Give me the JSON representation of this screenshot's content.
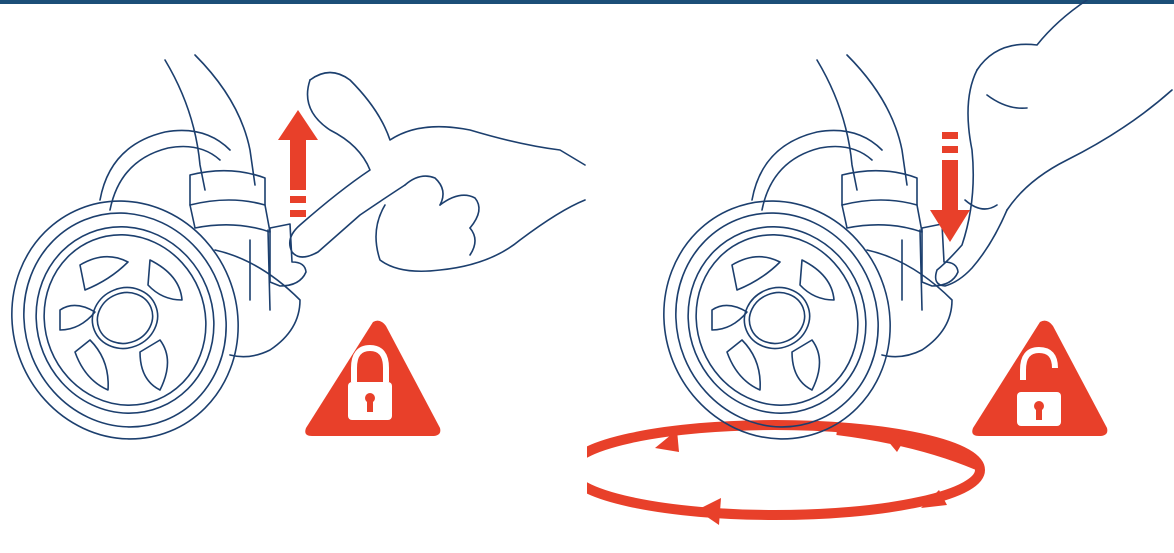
{
  "colors": {
    "line": "#1c3f6e",
    "accent": "#e8402a",
    "pedal": "#f2c4b8",
    "top_bar": "#1c4f78",
    "background": "#ffffff"
  },
  "panels": [
    {
      "id": "lock",
      "arrow_direction": "up",
      "warning_icon": "padlock-locked-icon"
    },
    {
      "id": "unlock",
      "arrow_direction": "down",
      "warning_icon": "padlock-unlocked-icon",
      "rotation_indicator": "swivel-arrow-icon"
    }
  ]
}
